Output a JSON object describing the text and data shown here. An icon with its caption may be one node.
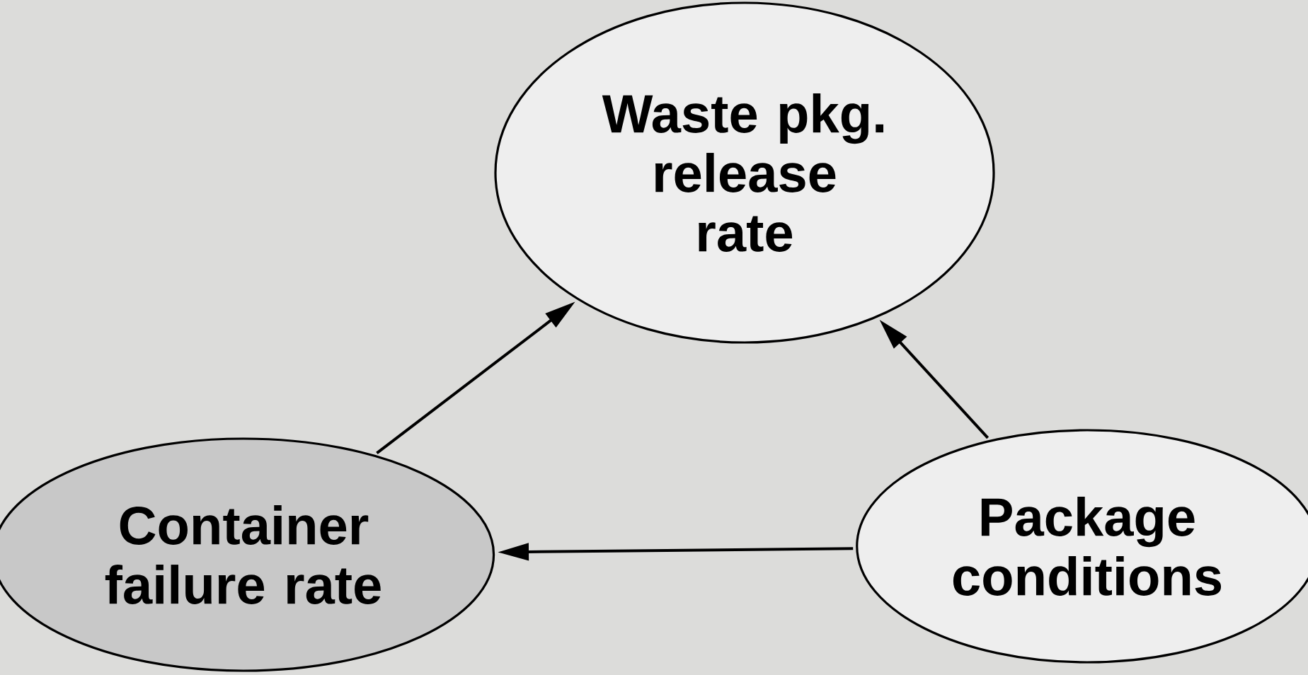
{
  "diagram": {
    "nodes": [
      {
        "text": [
          "Waste pkg. release rate"
        ]
      },
      {
        "text": [
          "Container failure rate"
        ]
      },
      {
        "text": [
          "Package conditions"
        ]
      }
    ],
    "edges": [
      {
        "from": 1,
        "to": 0,
        "arrow": "to"
      },
      {
        "from": 2,
        "to": 0,
        "arrow": "to"
      },
      {
        "from": 2,
        "to": 1,
        "arrow": "to"
      }
    ]
  }
}
